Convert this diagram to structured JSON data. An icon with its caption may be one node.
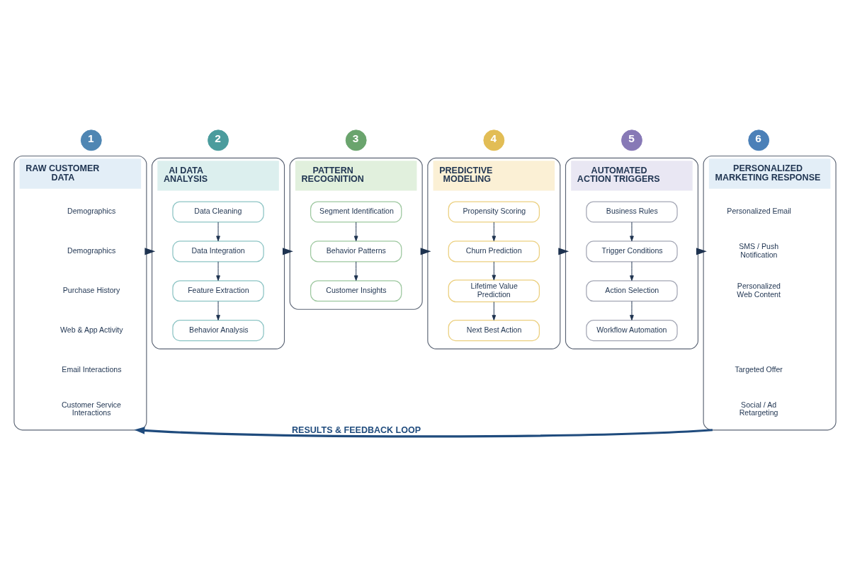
{
  "diagram": {
    "nodes": [
      {
        "text": [
          "1"
        ]
      },
      {
        "text": [
          "RAW CUSTOMER DATA"
        ]
      },
      {
        "text": [
          "Demographics"
        ],
        "in": 1
      },
      {
        "text": [
          "Demographics"
        ],
        "in": 1
      },
      {
        "text": [
          "Purchase History"
        ],
        "in": 1
      },
      {
        "text": [
          "Web & App Activity"
        ],
        "in": 1
      },
      {
        "text": [
          "Email Interactions"
        ],
        "in": 1
      },
      {
        "text": [
          "Customer Service Interactions"
        ],
        "in": 1
      },
      {
        "text": [
          "2"
        ]
      },
      {
        "text": [
          "AI DATA ANALYSIS"
        ]
      },
      {
        "text": [
          "Data Cleaning"
        ],
        "in": 9
      },
      {
        "text": [
          "Data Integration"
        ],
        "in": 9
      },
      {
        "text": [
          "Feature Extraction"
        ],
        "in": 9
      },
      {
        "text": [
          "Behavior Analysis"
        ],
        "in": 9
      },
      {
        "text": [
          "3"
        ]
      },
      {
        "text": [
          "PATTERN RECOGNITION"
        ]
      },
      {
        "text": [
          "Segment Identification"
        ],
        "in": 15
      },
      {
        "text": [
          "Behavior Patterns"
        ],
        "in": 15
      },
      {
        "text": [
          "Customer Insights"
        ],
        "in": 15
      },
      {
        "text": [
          "4"
        ]
      },
      {
        "text": [
          "PREDICTIVE MODELING"
        ]
      },
      {
        "text": [
          "Propensity Scoring"
        ],
        "in": 20
      },
      {
        "text": [
          "Churn Prediction"
        ],
        "in": 20
      },
      {
        "text": [
          "Lifetime Value Prediction"
        ],
        "in": 20
      },
      {
        "text": [
          "Next Best Action"
        ],
        "in": 20
      },
      {
        "text": [
          "5"
        ]
      },
      {
        "text": [
          "AUTOMATED ACTION TRIGGERS"
        ]
      },
      {
        "text": [
          "Business Rules"
        ],
        "in": 26
      },
      {
        "text": [
          "Trigger Conditions"
        ],
        "in": 26
      },
      {
        "text": [
          "Action Selection"
        ],
        "in": 26
      },
      {
        "text": [
          "Workflow Automation"
        ],
        "in": 26
      },
      {
        "text": [
          "6"
        ]
      },
      {
        "text": [
          "PERSONALIZED MARKETING RESPONSE"
        ]
      },
      {
        "text": [
          "Personalized Email"
        ],
        "in": 32
      },
      {
        "text": [
          "SMS / Push Notification"
        ],
        "in": 32
      },
      {
        "text": [
          "Personalized Web Content"
        ],
        "in": 32
      },
      {
        "text": [
          "Targeted Offer"
        ],
        "in": 32
      },
      {
        "text": [
          "Social / Ad Retargeting"
        ],
        "in": 32
      }
    ],
    "edges": [
      {
        "from": 1,
        "to": 9,
        "arrow": "to",
        "style": "thick"
      },
      {
        "from": 10,
        "to": 11,
        "arrow": "to"
      },
      {
        "from": 11,
        "to": 12,
        "arrow": "to"
      },
      {
        "from": 12,
        "to": 13,
        "arrow": "to"
      },
      {
        "from": 9,
        "to": 15,
        "arrow": "to",
        "style": "thick"
      },
      {
        "from": 16,
        "to": 17,
        "arrow": "to"
      },
      {
        "from": 17,
        "to": 18,
        "arrow": "to"
      },
      {
        "from": 15,
        "to": 20,
        "arrow": "to",
        "style": "thick"
      },
      {
        "from": 21,
        "to": 22,
        "arrow": "to"
      },
      {
        "from": 22,
        "to": 23,
        "arrow": "to"
      },
      {
        "from": 23,
        "to": 24,
        "arrow": "to"
      },
      {
        "from": 20,
        "to": 26,
        "arrow": "to",
        "style": "thick"
      },
      {
        "from": 27,
        "to": 28,
        "arrow": "to"
      },
      {
        "from": 28,
        "to": 29,
        "arrow": "to"
      },
      {
        "from": 29,
        "to": 30,
        "arrow": "to"
      },
      {
        "from": 26,
        "to": 32,
        "arrow": "to",
        "style": "thick"
      },
      {
        "from": 32,
        "to": 1,
        "arrow": "to",
        "style": "thick",
        "color": "#1f4b7d",
        "label": "RESULTS & FEEDBACK LOOP"
      }
    ]
  }
}
